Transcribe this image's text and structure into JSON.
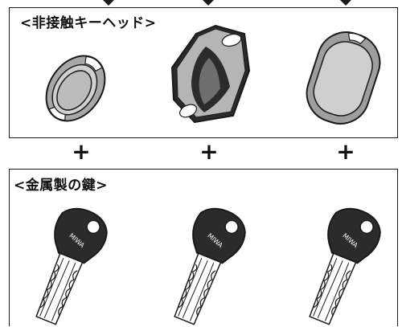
{
  "top_section": {
    "heading": "<非接触キーヘッド>",
    "items": [
      {
        "icon": "round-key-head-icon"
      },
      {
        "icon": "hexagonal-key-head-icon"
      },
      {
        "icon": "oval-key-head-icon"
      }
    ]
  },
  "connectors": [
    "+",
    "+",
    "+"
  ],
  "bottom_section": {
    "heading": "<金属製の鍵>",
    "keys": [
      {
        "brand": "MIWA"
      },
      {
        "brand": "MIWA"
      },
      {
        "brand": "MIWA"
      }
    ]
  },
  "colors": {
    "outline": "#1a1a1a",
    "grey": "#a7a7a7",
    "dark": "#2b2b2b",
    "light": "#d0d0d0"
  }
}
